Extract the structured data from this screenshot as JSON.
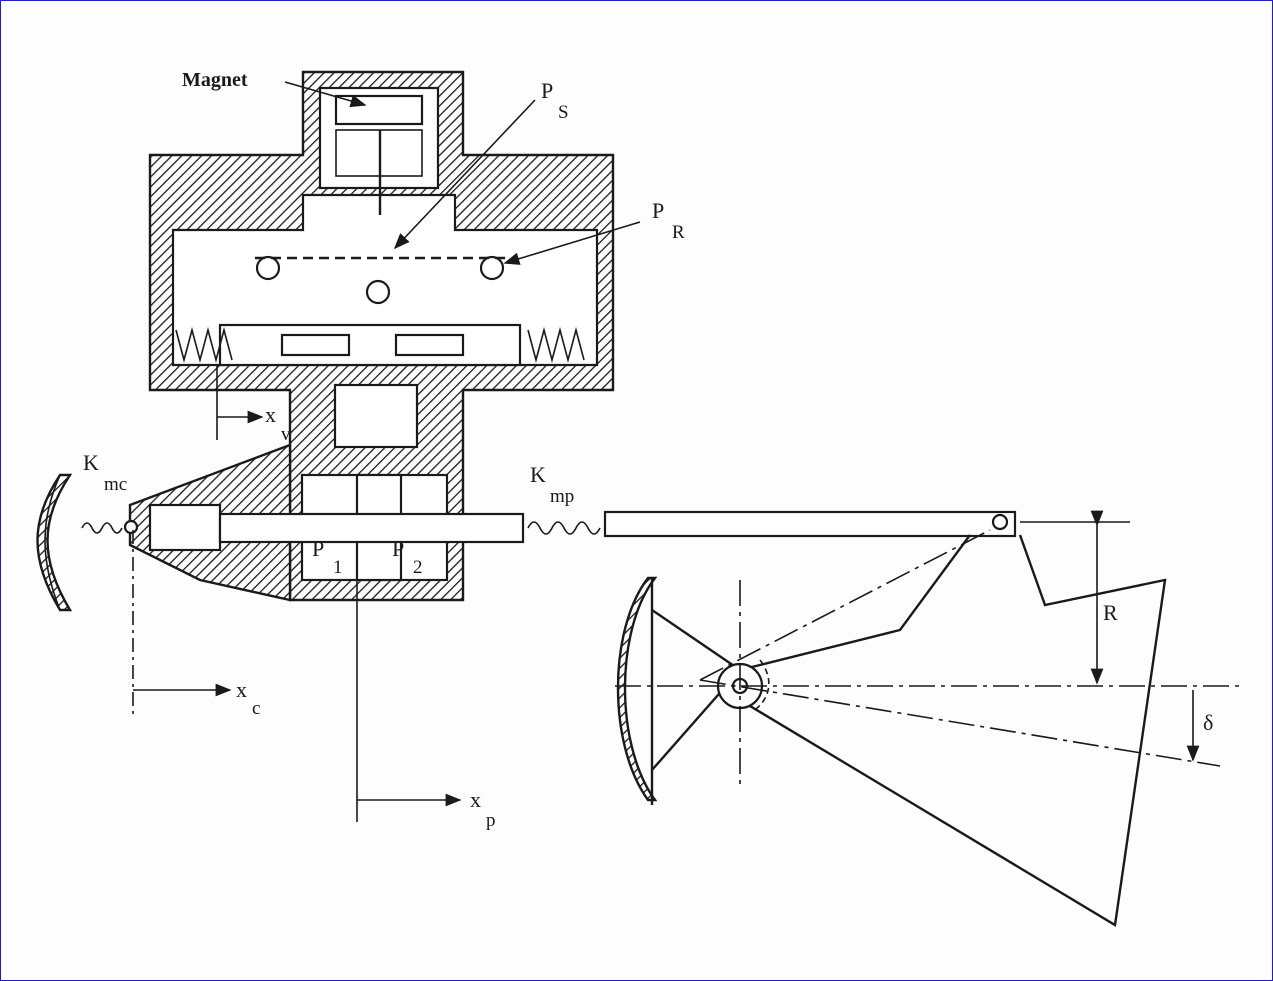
{
  "labels": {
    "magnet": "Magnet",
    "ps_main": "P",
    "ps_sub": "S",
    "pr_main": "P",
    "pr_sub": "R",
    "xv_main": "x",
    "xv_sub": "v",
    "kmc_main": "K",
    "kmc_sub": "mc",
    "kmp_main": "K",
    "kmp_sub": "mp",
    "p1_main": "P",
    "p1_sub": "1",
    "p2_main": "P",
    "p2_sub": "2",
    "xc_main": "x",
    "xc_sub": "c",
    "xp_main": "x",
    "xp_sub": "p",
    "r": "R",
    "delta": "δ"
  },
  "colors": {
    "ink": "#1a1a1a",
    "paper": "#fdfdfd",
    "border": "#2020c0"
  }
}
